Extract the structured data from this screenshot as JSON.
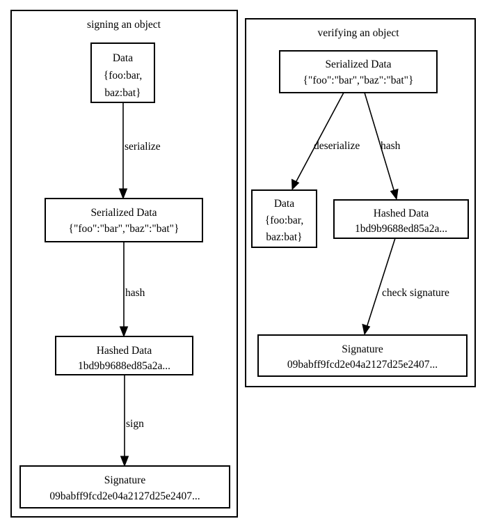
{
  "diagram": {
    "title_left": "signing an object",
    "title_right": "verifying an object",
    "clusters": [
      {
        "id": "signing",
        "label": "signing an object",
        "nodes": [
          {
            "id": "sign-data",
            "line1": "Data",
            "line2": "{foo:bar,",
            "line3": "baz:bat}"
          },
          {
            "id": "sign-serialized",
            "line1": "Serialized Data",
            "line2": "{\"foo\":\"bar\",\"baz\":\"bat\"}"
          },
          {
            "id": "sign-hashed",
            "line1": "Hashed Data",
            "line2": "1bd9b9688ed85a2a..."
          },
          {
            "id": "sign-signature",
            "line1": "Signature",
            "line2": "09babff9fcd2e04a2127d25e2407..."
          }
        ],
        "edges": [
          {
            "id": "edge-serialize",
            "label": "serialize",
            "from": "sign-data",
            "to": "sign-serialized"
          },
          {
            "id": "edge-hash",
            "label": "hash",
            "from": "sign-serialized",
            "to": "sign-hashed"
          },
          {
            "id": "edge-sign",
            "label": "sign",
            "from": "sign-hashed",
            "to": "sign-signature"
          }
        ]
      },
      {
        "id": "verifying",
        "label": "verifying an object",
        "nodes": [
          {
            "id": "verify-serialized",
            "line1": "Serialized Data",
            "line2": "{\"foo\":\"bar\",\"baz\":\"bat\"}"
          },
          {
            "id": "verify-data",
            "line1": "Data",
            "line2": "{foo:bar,",
            "line3": "baz:bat}"
          },
          {
            "id": "verify-hashed",
            "line1": "Hashed Data",
            "line2": "1bd9b9688ed85a2a..."
          },
          {
            "id": "verify-signature",
            "line1": "Signature",
            "line2": "09babff9fcd2e04a2127d25e2407..."
          }
        ],
        "edges": [
          {
            "id": "edge-deserialize",
            "label": "deserialize",
            "from": "verify-serialized",
            "to": "verify-data"
          },
          {
            "id": "edge-hash2",
            "label": "hash",
            "from": "verify-serialized",
            "to": "verify-hashed"
          },
          {
            "id": "edge-check-signature",
            "label": "check signature",
            "from": "verify-hashed",
            "to": "verify-signature"
          }
        ]
      }
    ],
    "colors": {
      "stroke": "#000000",
      "fill": "#ffffff",
      "background": "#ffffff"
    }
  }
}
